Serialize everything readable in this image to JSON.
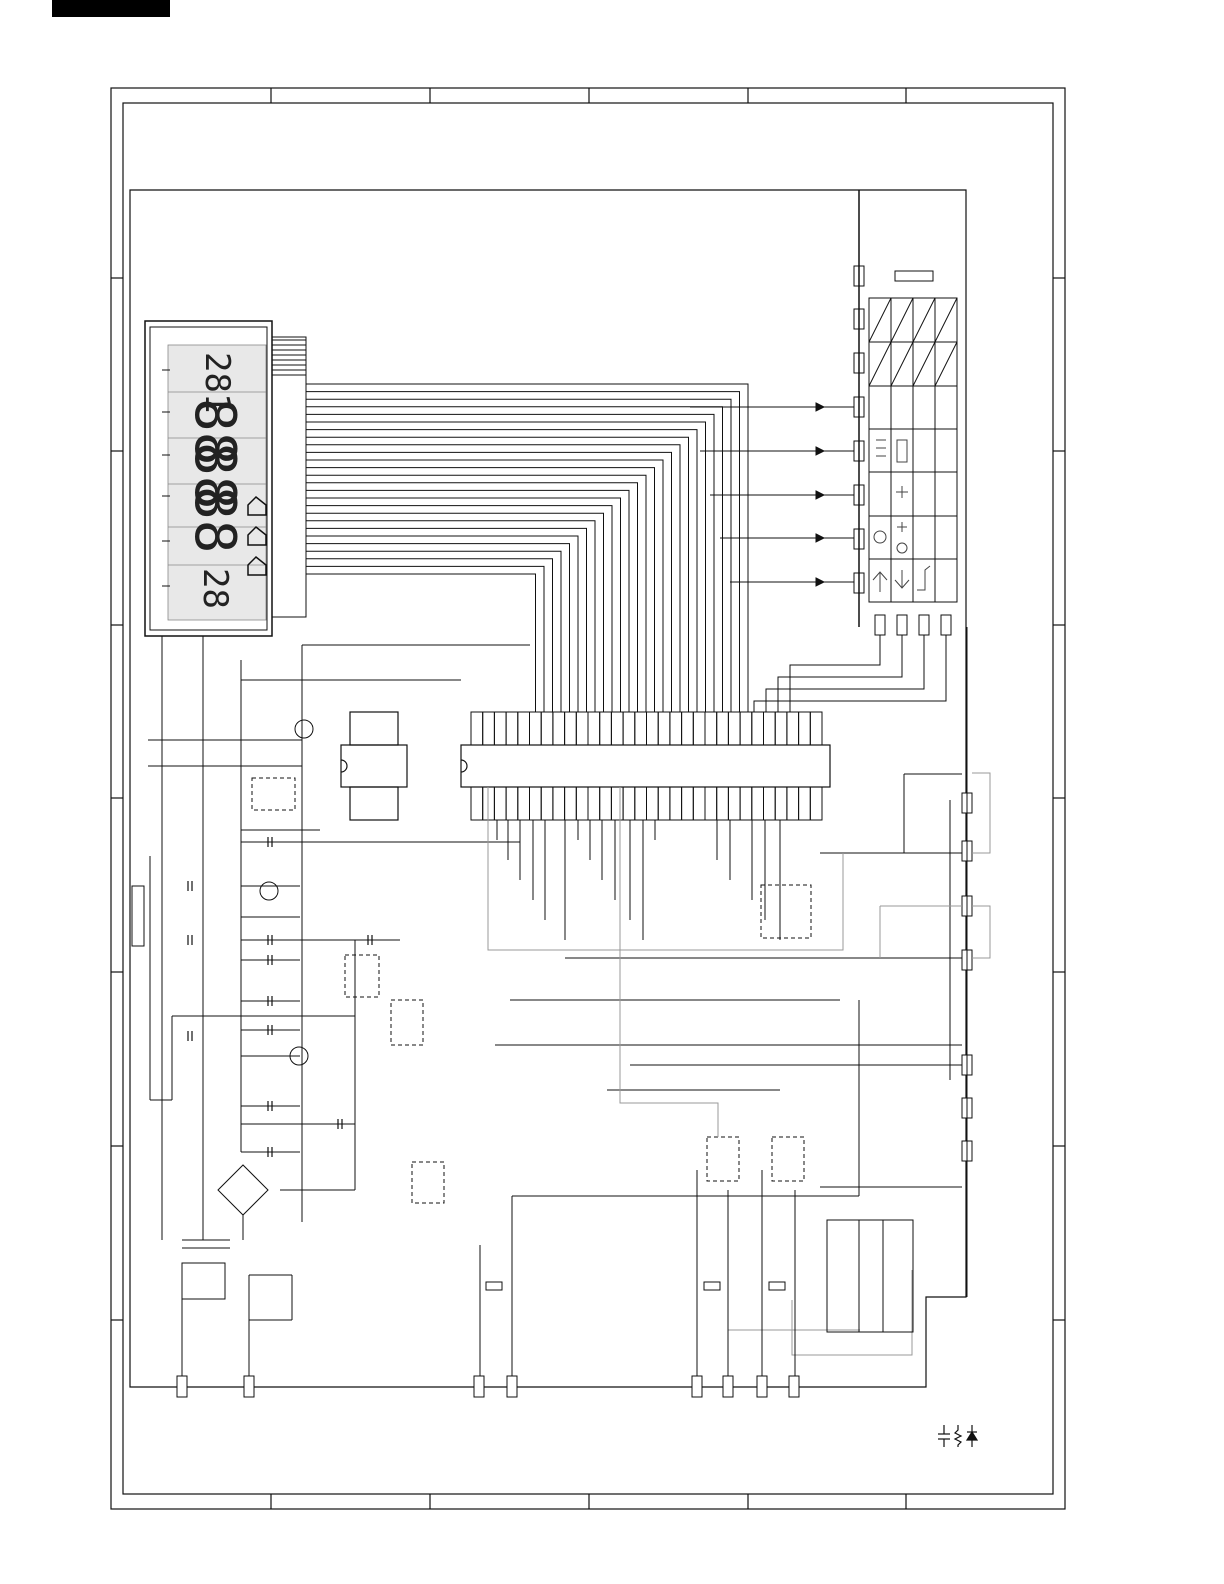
{
  "page": {
    "corner_tab_color": "#000000",
    "link_underline_color": "#3355bb"
  },
  "display": {
    "digit_groups": [
      "281",
      "88",
      "88",
      "88",
      "28"
    ],
    "icon_name": "house-icon"
  },
  "keypad": {
    "rows": 7,
    "cols": 4,
    "key_icons": [
      "up-arrow-icon",
      "down-arrow-icon",
      "ramp-icon",
      "clean-icon",
      "sun-icon",
      "fan-icon",
      "grill-icon",
      "door-icon",
      "book-icon"
    ]
  },
  "legend": {
    "symbols": [
      "capacitor-symbol",
      "resistor-symbol",
      "diode-symbol"
    ]
  },
  "colors": {
    "line": "#111111",
    "grey_line": "#999999",
    "lcd_fill": "#e8e8e8"
  }
}
